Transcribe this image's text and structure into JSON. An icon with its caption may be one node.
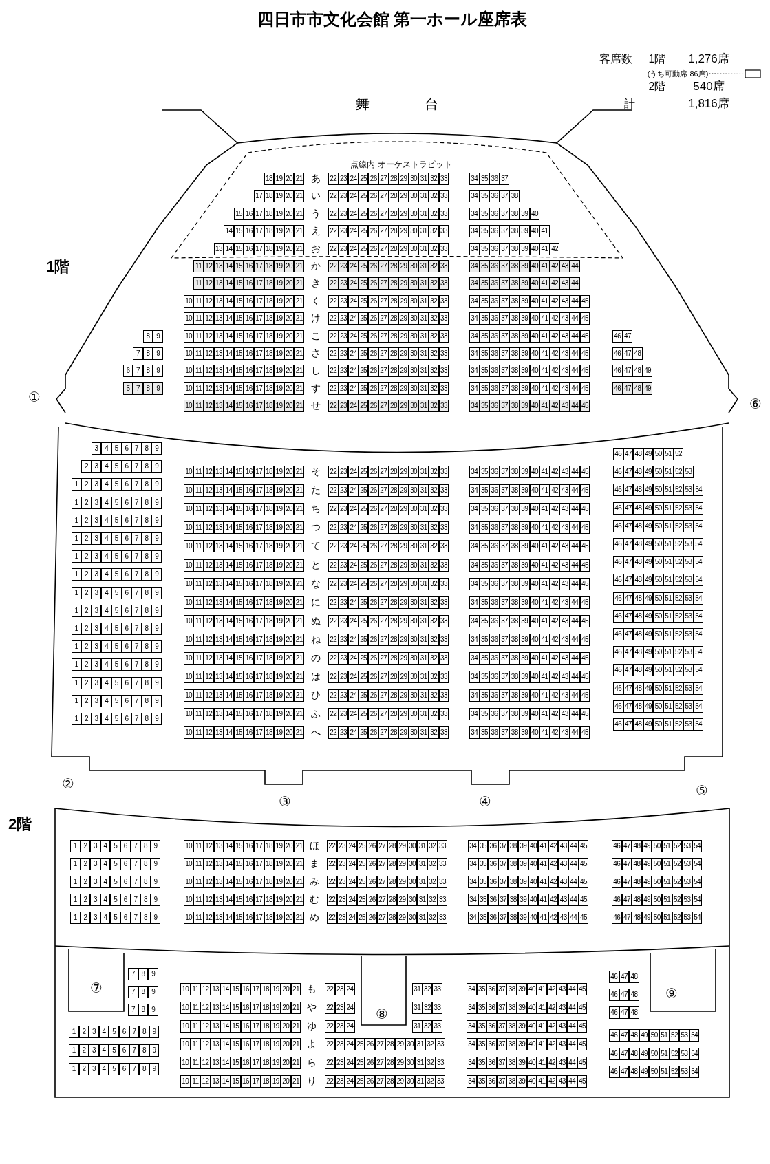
{
  "diagram": {
    "title": "四日市市文化会館 第一ホール座席表",
    "nodes": [
      {
        "text": [
          "(うち可動席 86席)"
        ]
      },
      {
        "text": [],
        "shape": "box"
      }
    ],
    "edges": [
      {
        "from": 0,
        "to": 1,
        "arrow": "none",
        "style": "dashed"
      }
    ],
    "labels": [
      "客席数",
      "1階",
      "1,276席",
      "2階",
      "540席",
      "舞台",
      "計",
      "1,816席",
      "点線内 オーケストラピット",
      "1階",
      "18",
      "19",
      "20",
      "21",
      "あ",
      "22",
      "23",
      "24",
      "25",
      "26",
      "27",
      "28",
      "29",
      "30",
      "31",
      "32",
      "33",
      "34",
      "35",
      "36",
      "37",
      "17",
      "18",
      "19",
      "20",
      "21",
      "い",
      "22",
      "23",
      "24",
      "25",
      "26",
      "27",
      "28",
      "29",
      "30",
      "31",
      "32",
      "33",
      "34",
      "35",
      "36",
      "37",
      "38",
      "15",
      "16",
      "17",
      "18",
      "19",
      "20",
      "21",
      "う",
      "22",
      "23",
      "24",
      "25",
      "26",
      "27",
      "28",
      "29",
      "30",
      "31",
      "32",
      "33",
      "34",
      "35",
      "36",
      "37",
      "38",
      "39",
      "40",
      "14",
      "15",
      "16",
      "17",
      "18",
      "19",
      "20",
      "21",
      "え",
      "22",
      "23",
      "24",
      "25",
      "26",
      "27",
      "28",
      "29",
      "30",
      "31",
      "32",
      "33",
      "34",
      "35",
      "36",
      "37",
      "38",
      "39",
      "40",
      "41",
      "13",
      "14",
      "15",
      "16",
      "17",
      "18",
      "19",
      "20",
      "21",
      "お",
      "22",
      "23",
      "24",
      "25",
      "26",
      "27",
      "28",
      "29",
      "30",
      "31",
      "32",
      "33",
      "34",
      "35",
      "36",
      "37",
      "38",
      "39",
      "40",
      "41",
      "42",
      "11",
      "12",
      "13",
      "14",
      "15",
      "16",
      "17",
      "18",
      "19",
      "20",
      "21",
      "か",
      "22",
      "23",
      "24",
      "25",
      "26",
      "27",
      "28",
      "29",
      "30",
      "31",
      "32",
      "33",
      "34",
      "35",
      "36",
      "37",
      "38",
      "39",
      "40",
      "41",
      "42",
      "43",
      "44",
      "11",
      "12",
      "13",
      "14",
      "15",
      "16",
      "17",
      "18",
      "19",
      "20",
      "21",
      "き",
      "22",
      "23",
      "24",
      "25",
      "26",
      "27",
      "28",
      "29",
      "30",
      "31",
      "32",
      "33",
      "34",
      "35",
      "36",
      "37",
      "38",
      "39",
      "40",
      "41",
      "42",
      "43",
      "44",
      "10",
      "11",
      "12",
      "13",
      "14",
      "15",
      "16",
      "17",
      "18",
      "19",
      "20",
      "21",
      "く",
      "22",
      "23",
      "24",
      "25",
      "26",
      "27",
      "28",
      "29",
      "30",
      "31",
      "32",
      "33",
      "34",
      "35",
      "36",
      "37",
      "38",
      "39",
      "40",
      "41",
      "42",
      "43",
      "44",
      "45",
      "10",
      "11",
      "12",
      "13",
      "14",
      "15",
      "16",
      "17",
      "18",
      "19",
      "20",
      "21",
      "け",
      "22",
      "23",
      "24",
      "25",
      "26",
      "27",
      "28",
      "29",
      "30",
      "31",
      "32",
      "33",
      "34",
      "35",
      "36",
      "37",
      "38",
      "39",
      "40",
      "41",
      "42",
      "43",
      "44",
      "45",
      "8",
      "9",
      "10",
      "11",
      "12",
      "13",
      "14",
      "15",
      "16",
      "17",
      "18",
      "19",
      "20",
      "21",
      "こ",
      "22",
      "23",
      "24",
      "25",
      "26",
      "27",
      "28",
      "29",
      "30",
      "31",
      "32",
      "33",
      "34",
      "35",
      "36",
      "37",
      "38",
      "39",
      "40",
      "41",
      "42",
      "43",
      "44",
      "45",
      "46",
      "47",
      "7",
      "8",
      "9",
      "10",
      "11",
      "12",
      "13",
      "14",
      "15",
      "16",
      "17",
      "18",
      "19",
      "20",
      "21",
      "さ",
      "22",
      "23",
      "24",
      "25",
      "26",
      "27",
      "28",
      "29",
      "30",
      "31",
      "32",
      "33",
      "34",
      "35",
      "36",
      "37",
      "38",
      "39",
      "40",
      "41",
      "42",
      "43",
      "44",
      "45",
      "46",
      "47",
      "48",
      "6",
      "7",
      "8",
      "9",
      "10",
      "11",
      "12",
      "13",
      "14",
      "15",
      "16",
      "17",
      "18",
      "19",
      "20",
      "21",
      "し",
      "22",
      "23",
      "24",
      "25",
      "26",
      "27",
      "28",
      "29",
      "30",
      "31",
      "32",
      "33",
      "34",
      "35",
      "36",
      "37",
      "38",
      "39",
      "40",
      "41",
      "42",
      "43",
      "44",
      "45",
      "46",
      "47",
      "48",
      "49",
      "5",
      "7",
      "8",
      "9",
      "10",
      "11",
      "12",
      "13",
      "14",
      "15",
      "16",
      "17",
      "18",
      "19",
      "20",
      "21",
      "す",
      "22",
      "23",
      "24",
      "25",
      "26",
      "27",
      "28",
      "29",
      "30",
      "31",
      "32",
      "33",
      "34",
      "35",
      "36",
      "37",
      "38",
      "39",
      "40",
      "41",
      "42",
      "43",
      "44",
      "45",
      "46",
      "47",
      "48",
      "49",
      "10",
      "11",
      "12",
      "13",
      "14",
      "15",
      "16",
      "17",
      "18",
      "19",
      "20",
      "21",
      "せ",
      "22",
      "23",
      "24",
      "25",
      "26",
      "27",
      "28",
      "29",
      "30",
      "31",
      "32",
      "33",
      "34",
      "35",
      "36",
      "37",
      "38",
      "39",
      "40",
      "41",
      "42",
      "43",
      "44",
      "45",
      "①",
      "⑥",
      "3",
      "4",
      "5",
      "6",
      "7",
      "8",
      "9",
      "10",
      "11",
      "12",
      "13",
      "14",
      "15",
      "16",
      "17",
      "18",
      "19",
      "20",
      "21",
      "そ",
      "22",
      "23",
      "24",
      "25",
      "26",
      "27",
      "28",
      "29",
      "30",
      "31",
      "32",
      "33",
      "34",
      "35",
      "36",
      "37",
      "38",
      "39",
      "40",
      "41",
      "42",
      "43",
      "44",
      "45",
      "46",
      "47",
      "48",
      "49",
      "50",
      "51",
      "52",
      "2",
      "3",
      "4",
      "5",
      "6",
      "7",
      "8",
      "9",
      "10",
      "11",
      "12",
      "13",
      "14",
      "15",
      "16",
      "17",
      "18",
      "19",
      "20",
      "21",
      "た",
      "22",
      "23",
      "24",
      "25",
      "26",
      "27",
      "28",
      "29",
      "30",
      "31",
      "32",
      "33",
      "34",
      "35",
      "36",
      "37",
      "38",
      "39",
      "40",
      "41",
      "42",
      "43",
      "44",
      "45",
      "46",
      "47",
      "48",
      "49",
      "50",
      "51",
      "52",
      "53",
      "1",
      "2",
      "3",
      "4",
      "5",
      "6",
      "7",
      "8",
      "9",
      "10",
      "11",
      "12",
      "13",
      "14",
      "15",
      "16",
      "17",
      "18",
      "19",
      "20",
      "21",
      "ち",
      "22",
      "23",
      "24",
      "25",
      "26",
      "27",
      "28",
      "29",
      "30",
      "31",
      "32",
      "33",
      "34",
      "35",
      "36",
      "37",
      "38",
      "39",
      "40",
      "41",
      "42",
      "43",
      "44",
      "45",
      "46",
      "47",
      "48",
      "49",
      "50",
      "51",
      "52",
      "53",
      "54",
      "1",
      "2",
      "3",
      "4",
      "5",
      "6",
      "7",
      "8",
      "9",
      "10",
      "11",
      "12",
      "13",
      "14",
      "15",
      "16",
      "17",
      "18",
      "19",
      "20",
      "21",
      "つ",
      "22",
      "23",
      "24",
      "25",
      "26",
      "27",
      "28",
      "29",
      "30",
      "31",
      "32",
      "33",
      "34",
      "35",
      "36",
      "37",
      "38",
      "39",
      "40",
      "41",
      "42",
      "43",
      "44",
      "45",
      "46",
      "47",
      "48",
      "49",
      "50",
      "51",
      "52",
      "53",
      "54",
      "1",
      "2",
      "3",
      "4",
      "5",
      "6",
      "7",
      "8",
      "9",
      "10",
      "11",
      "12",
      "13",
      "14",
      "15",
      "16",
      "17",
      "18",
      "19",
      "20",
      "21",
      "て",
      "22",
      "23",
      "24",
      "25",
      "26",
      "27",
      "28",
      "29",
      "30",
      "31",
      "32",
      "33",
      "34",
      "35",
      "36",
      "37",
      "38",
      "39",
      "40",
      "41",
      "42",
      "43",
      "44",
      "45",
      "46",
      "47",
      "48",
      "49",
      "50",
      "51",
      "52",
      "53",
      "54",
      "1",
      "2",
      "3",
      "4",
      "5",
      "6",
      "7",
      "8",
      "9",
      "10",
      "11",
      "12",
      "13",
      "14",
      "15",
      "16",
      "17",
      "18",
      "19",
      "20",
      "21",
      "と",
      "22",
      "23",
      "24",
      "25",
      "26",
      "27",
      "28",
      "29",
      "30",
      "31",
      "32",
      "33",
      "34",
      "35",
      "36",
      "37",
      "38",
      "39",
      "40",
      "41",
      "42",
      "43",
      "44",
      "45",
      "46",
      "47",
      "48",
      "49",
      "50",
      "51",
      "52",
      "53",
      "54",
      "1",
      "2",
      "3",
      "4",
      "5",
      "6",
      "7",
      "8",
      "9",
      "10",
      "11",
      "12",
      "13",
      "14",
      "15",
      "16",
      "17",
      "18",
      "19",
      "20",
      "21",
      "な",
      "22",
      "23",
      "24",
      "25",
      "26",
      "27",
      "28",
      "29",
      "30",
      "31",
      "32",
      "33",
      "34",
      "35",
      "36",
      "37",
      "38",
      "39",
      "40",
      "41",
      "42",
      "43",
      "44",
      "45",
      "46",
      "47",
      "48",
      "49",
      "50",
      "51",
      "52",
      "53",
      "54",
      "1",
      "2",
      "3",
      "4",
      "5",
      "6",
      "7",
      "8",
      "9",
      "10",
      "11",
      "12",
      "13",
      "14",
      "15",
      "16",
      "17",
      "18",
      "19",
      "20",
      "21",
      "に",
      "22",
      "23",
      "24",
      "25",
      "26",
      "27",
      "28",
      "29",
      "30",
      "31",
      "32",
      "33",
      "34",
      "35",
      "36",
      "37",
      "38",
      "39",
      "40",
      "41",
      "42",
      "43",
      "44",
      "45",
      "46",
      "47",
      "48",
      "49",
      "50",
      "51",
      "52",
      "53",
      "54",
      "1",
      "2",
      "3",
      "4",
      "5",
      "6",
      "7",
      "8",
      "9",
      "10",
      "11",
      "12",
      "13",
      "14",
      "15",
      "16",
      "17",
      "18",
      "19",
      "20",
      "21",
      "ぬ",
      "22",
      "23",
      "24",
      "25",
      "26",
      "27",
      "28",
      "29",
      "30",
      "31",
      "32",
      "33",
      "34",
      "35",
      "36",
      "37",
      "38",
      "39",
      "40",
      "41",
      "42",
      "43",
      "44",
      "45",
      "46",
      "47",
      "48",
      "49",
      "50",
      "51",
      "52",
      "53",
      "54",
      "1",
      "2",
      "3",
      "4",
      "5",
      "6",
      "7",
      "8",
      "9",
      "10",
      "11",
      "12",
      "13",
      "14",
      "15",
      "16",
      "17",
      "18",
      "19",
      "20",
      "21",
      "ね",
      "22",
      "23",
      "24",
      "25",
      "26",
      "27",
      "28",
      "29",
      "30",
      "31",
      "32",
      "33",
      "34",
      "35",
      "36",
      "37",
      "38",
      "39",
      "40",
      "41",
      "42",
      "43",
      "44",
      "45",
      "46",
      "47",
      "48",
      "49",
      "50",
      "51",
      "52",
      "53",
      "54",
      "1",
      "2",
      "3",
      "4",
      "5",
      "6",
      "7",
      "8",
      "9",
      "10",
      "11",
      "12",
      "13",
      "14",
      "15",
      "16",
      "17",
      "18",
      "19",
      "20",
      "21",
      "の",
      "22",
      "23",
      "24",
      "25",
      "26",
      "27",
      "28",
      "29",
      "30",
      "31",
      "32",
      "33",
      "34",
      "35",
      "36",
      "37",
      "38",
      "39",
      "40",
      "41",
      "42",
      "43",
      "44",
      "45",
      "46",
      "47",
      "48",
      "49",
      "50",
      "51",
      "52",
      "53",
      "54",
      "1",
      "2",
      "3",
      "4",
      "5",
      "6",
      "7",
      "8",
      "9",
      "10",
      "11",
      "12",
      "13",
      "14",
      "15",
      "16",
      "17",
      "18",
      "19",
      "20",
      "21",
      "は",
      "22",
      "23",
      "24",
      "25",
      "26",
      "27",
      "28",
      "29",
      "30",
      "31",
      "32",
      "33",
      "34",
      "35",
      "36",
      "37",
      "38",
      "39",
      "40",
      "41",
      "42",
      "43",
      "44",
      "45",
      "46",
      "47",
      "48",
      "49",
      "50",
      "51",
      "52",
      "53",
      "54",
      "1",
      "2",
      "3",
      "4",
      "5",
      "6",
      "7",
      "8",
      "9",
      "10",
      "11",
      "12",
      "13",
      "14",
      "15",
      "16",
      "17",
      "18",
      "19",
      "20",
      "21",
      "ひ",
      "22",
      "23",
      "24",
      "25",
      "26",
      "27",
      "28",
      "29",
      "30",
      "31",
      "32",
      "33",
      "34",
      "35",
      "36",
      "37",
      "38",
      "39",
      "40",
      "41",
      "42",
      "43",
      "44",
      "45",
      "46",
      "47",
      "48",
      "49",
      "50",
      "51",
      "52",
      "53",
      "54",
      "1",
      "2",
      "3",
      "4",
      "5",
      "6",
      "7",
      "8",
      "9",
      "10",
      "11",
      "12",
      "13",
      "14",
      "15",
      "16",
      "17",
      "18",
      "19",
      "20",
      "21",
      "ふ",
      "22",
      "23",
      "24",
      "25",
      "26",
      "27",
      "28",
      "29",
      "30",
      "31",
      "32",
      "33",
      "34",
      "35",
      "36",
      "37",
      "38",
      "39",
      "40",
      "41",
      "42",
      "43",
      "44",
      "45",
      "46",
      "47",
      "48",
      "49",
      "50",
      "51",
      "52",
      "53",
      "54",
      "1",
      "2",
      "3",
      "4",
      "5",
      "6",
      "7",
      "8",
      "9",
      "10",
      "11",
      "12",
      "13",
      "14",
      "15",
      "16",
      "17",
      "18",
      "19",
      "20",
      "21",
      "へ",
      "22",
      "23",
      "24",
      "25",
      "26",
      "27",
      "28",
      "29",
      "30",
      "31",
      "32",
      "33",
      "34",
      "35",
      "36",
      "37",
      "38",
      "39",
      "40",
      "41",
      "42",
      "43",
      "44",
      "45",
      "46",
      "47",
      "48",
      "49",
      "50",
      "51",
      "52",
      "53",
      "54",
      "1",
      "2",
      "3",
      "4",
      "5",
      "6",
      "7",
      "8",
      "9",
      "46",
      "47",
      "48",
      "49",
      "50",
      "51",
      "52",
      "53",
      "54",
      "②",
      "③",
      "④",
      "⑤",
      "2階",
      "1",
      "2",
      "3",
      "4",
      "5",
      "6",
      "7",
      "8",
      "9",
      "10",
      "11",
      "12",
      "13",
      "14",
      "15",
      "16",
      "17",
      "18",
      "19",
      "20",
      "21",
      "ほ",
      "22",
      "23",
      "24",
      "25",
      "26",
      "27",
      "28",
      "29",
      "30",
      "31",
      "32",
      "33",
      "34",
      "35",
      "36",
      "37",
      "38",
      "39",
      "40",
      "41",
      "42",
      "43",
      "44",
      "45",
      "46",
      "47",
      "48",
      "49",
      "50",
      "51",
      "52",
      "53",
      "54",
      "1",
      "2",
      "3",
      "4",
      "5",
      "6",
      "7",
      "8",
      "9",
      "10",
      "11",
      "12",
      "13",
      "14",
      "15",
      "16",
      "17",
      "18",
      "19",
      "20",
      "21",
      "ま",
      "22",
      "23",
      "24",
      "25",
      "26",
      "27",
      "28",
      "29",
      "30",
      "31",
      "32",
      "33",
      "34",
      "35",
      "36",
      "37",
      "38",
      "39",
      "40",
      "41",
      "42",
      "43",
      "44",
      "45",
      "46",
      "47",
      "48",
      "49",
      "50",
      "51",
      "52",
      "53",
      "54",
      "1",
      "2",
      "3",
      "4",
      "5",
      "6",
      "7",
      "8",
      "9",
      "10",
      "11",
      "12",
      "13",
      "14",
      "15",
      "16",
      "17",
      "18",
      "19",
      "20",
      "21",
      "み",
      "22",
      "23",
      "24",
      "25",
      "26",
      "27",
      "28",
      "29",
      "30",
      "31",
      "32",
      "33",
      "34",
      "35",
      "36",
      "37",
      "38",
      "39",
      "40",
      "41",
      "42",
      "43",
      "44",
      "45",
      "46",
      "47",
      "48",
      "49",
      "50",
      "51",
      "52",
      "53",
      "54",
      "1",
      "2",
      "3",
      "4",
      "5",
      "6",
      "7",
      "8",
      "9",
      "10",
      "11",
      "12",
      "13",
      "14",
      "15",
      "16",
      "17",
      "18",
      "19",
      "20",
      "21",
      "む",
      "22",
      "23",
      "24",
      "25",
      "26",
      "27",
      "28",
      "29",
      "30",
      "31",
      "32",
      "33",
      "34",
      "35",
      "36",
      "37",
      "38",
      "39",
      "40",
      "41",
      "42",
      "43",
      "44",
      "45",
      "46",
      "47",
      "48",
      "49",
      "50",
      "51",
      "52",
      "53",
      "54",
      "1",
      "2",
      "3",
      "4",
      "5",
      "6",
      "7",
      "8",
      "9",
      "10",
      "11",
      "12",
      "13",
      "14",
      "15",
      "16",
      "17",
      "18",
      "19",
      "20",
      "21",
      "め",
      "22",
      "23",
      "24",
      "25",
      "26",
      "27",
      "28",
      "29",
      "30",
      "31",
      "32",
      "33",
      "34",
      "35",
      "36",
      "37",
      "38",
      "39",
      "40",
      "41",
      "42",
      "43",
      "44",
      "45",
      "46",
      "47",
      "48",
      "49",
      "50",
      "51",
      "52",
      "53",
      "54",
      "⑦",
      "⑧",
      "⑨",
      "7",
      "8",
      "9",
      "10",
      "11",
      "12",
      "13",
      "14",
      "15",
      "16",
      "17",
      "18",
      "19",
      "20",
      "21",
      "も",
      "22",
      "23",
      "24",
      "31",
      "32",
      "33",
      "34",
      "35",
      "36",
      "37",
      "38",
      "39",
      "40",
      "41",
      "42",
      "43",
      "44",
      "45",
      "46",
      "47",
      "48",
      "7",
      "8",
      "9",
      "10",
      "11",
      "12",
      "13",
      "14",
      "15",
      "16",
      "17",
      "18",
      "19",
      "20",
      "21",
      "や",
      "22",
      "23",
      "24",
      "31",
      "32",
      "33",
      "34",
      "35",
      "36",
      "37",
      "38",
      "39",
      "40",
      "41",
      "42",
      "43",
      "44",
      "45",
      "46",
      "47",
      "48",
      "7",
      "8",
      "9",
      "10",
      "11",
      "12",
      "13",
      "14",
      "15",
      "16",
      "17",
      "18",
      "19",
      "20",
      "21",
      "ゆ",
      "22",
      "23",
      "24",
      "31",
      "32",
      "33",
      "34",
      "35",
      "36",
      "37",
      "38",
      "39",
      "40",
      "41",
      "42",
      "43",
      "44",
      "45",
      "46",
      "47",
      "48",
      "1",
      "2",
      "3",
      "4",
      "5",
      "6",
      "7",
      "8",
      "9",
      "10",
      "11",
      "12",
      "13",
      "14",
      "15",
      "16",
      "17",
      "18",
      "19",
      "20",
      "21",
      "よ",
      "22",
      "23",
      "24",
      "25",
      "26",
      "27",
      "28",
      "29",
      "30",
      "31",
      "32",
      "33",
      "34",
      "35",
      "36",
      "37",
      "38",
      "39",
      "40",
      "41",
      "42",
      "43",
      "44",
      "45",
      "46",
      "47",
      "48",
      "49",
      "50",
      "51",
      "52",
      "53",
      "54",
      "1",
      "2",
      "3",
      "4",
      "5",
      "6",
      "7",
      "8",
      "9",
      "10",
      "11",
      "12",
      "13",
      "14",
      "15",
      "16",
      "17",
      "18",
      "19",
      "20",
      "21",
      "ら",
      "22",
      "23",
      "24",
      "25",
      "26",
      "27",
      "28",
      "29",
      "30",
      "31",
      "32",
      "33",
      "34",
      "35",
      "36",
      "37",
      "38",
      "39",
      "40",
      "41",
      "42",
      "43",
      "44",
      "45",
      "46",
      "47",
      "48",
      "49",
      "50",
      "51",
      "52",
      "53",
      "54",
      "1",
      "2",
      "3",
      "4",
      "5",
      "6",
      "7",
      "8",
      "9",
      "10",
      "11",
      "12",
      "13",
      "14",
      "15",
      "16",
      "17",
      "18",
      "19",
      "20",
      "21",
      "り",
      "22",
      "23",
      "24",
      "25",
      "26",
      "27",
      "28",
      "29",
      "30",
      "31",
      "32",
      "33",
      "34",
      "35",
      "36",
      "37",
      "38",
      "39",
      "40",
      "41",
      "42",
      "43",
      "44",
      "45",
      "46",
      "47",
      "48",
      "49",
      "50",
      "51",
      "52",
      "53",
      "54"
    ]
  }
}
